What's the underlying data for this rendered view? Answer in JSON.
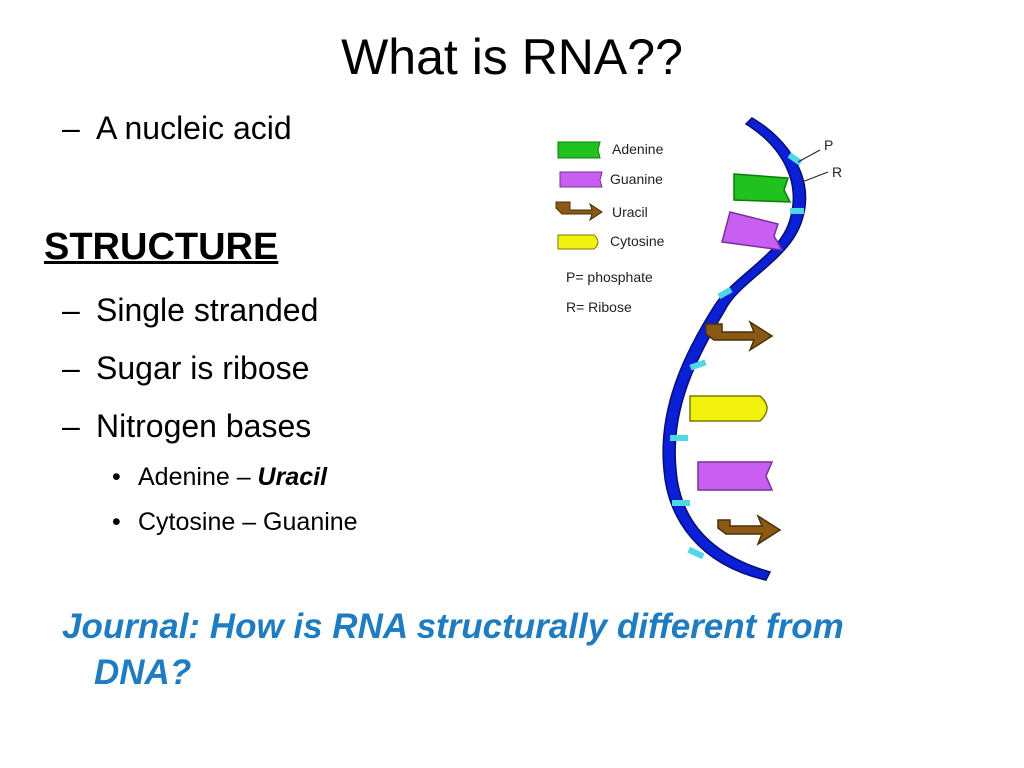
{
  "title": "What is RNA??",
  "intro": {
    "dash": "–",
    "text": "A nucleic acid"
  },
  "heading": "STRUCTURE",
  "points": [
    {
      "dash": "–",
      "text": "Single stranded"
    },
    {
      "dash": "–",
      "text": "Sugar is ribose"
    },
    {
      "dash": "–",
      "text": "Nitrogen bases"
    }
  ],
  "pairs": [
    {
      "bullet": "•",
      "left": "Adenine – ",
      "right": "Uracil"
    },
    {
      "bullet": "•",
      "left": "Cytosine – Guanine",
      "right": ""
    }
  ],
  "journal": {
    "line1": "Journal: How is RNA structurally different from",
    "line2": "DNA?"
  },
  "diagram": {
    "legend": [
      {
        "label": "Adenine",
        "color": "#1fc21f"
      },
      {
        "label": "Guanine",
        "color": "#c95ef2"
      },
      {
        "label": "Uracil",
        "color": "#8b5a12"
      },
      {
        "label": "Cytosine",
        "color": "#f2f20e"
      }
    ],
    "notes": [
      "P= phosphate",
      "R= Ribose"
    ],
    "strand_labels": {
      "p": "P",
      "r": "R"
    },
    "colors": {
      "backbone": "#0b1fd6",
      "marker": "#4fd7e6",
      "adenine": "#1fc21f",
      "guanine": "#c95ef2",
      "uracil": "#8b5a12",
      "cytosine": "#f2f20e"
    }
  }
}
